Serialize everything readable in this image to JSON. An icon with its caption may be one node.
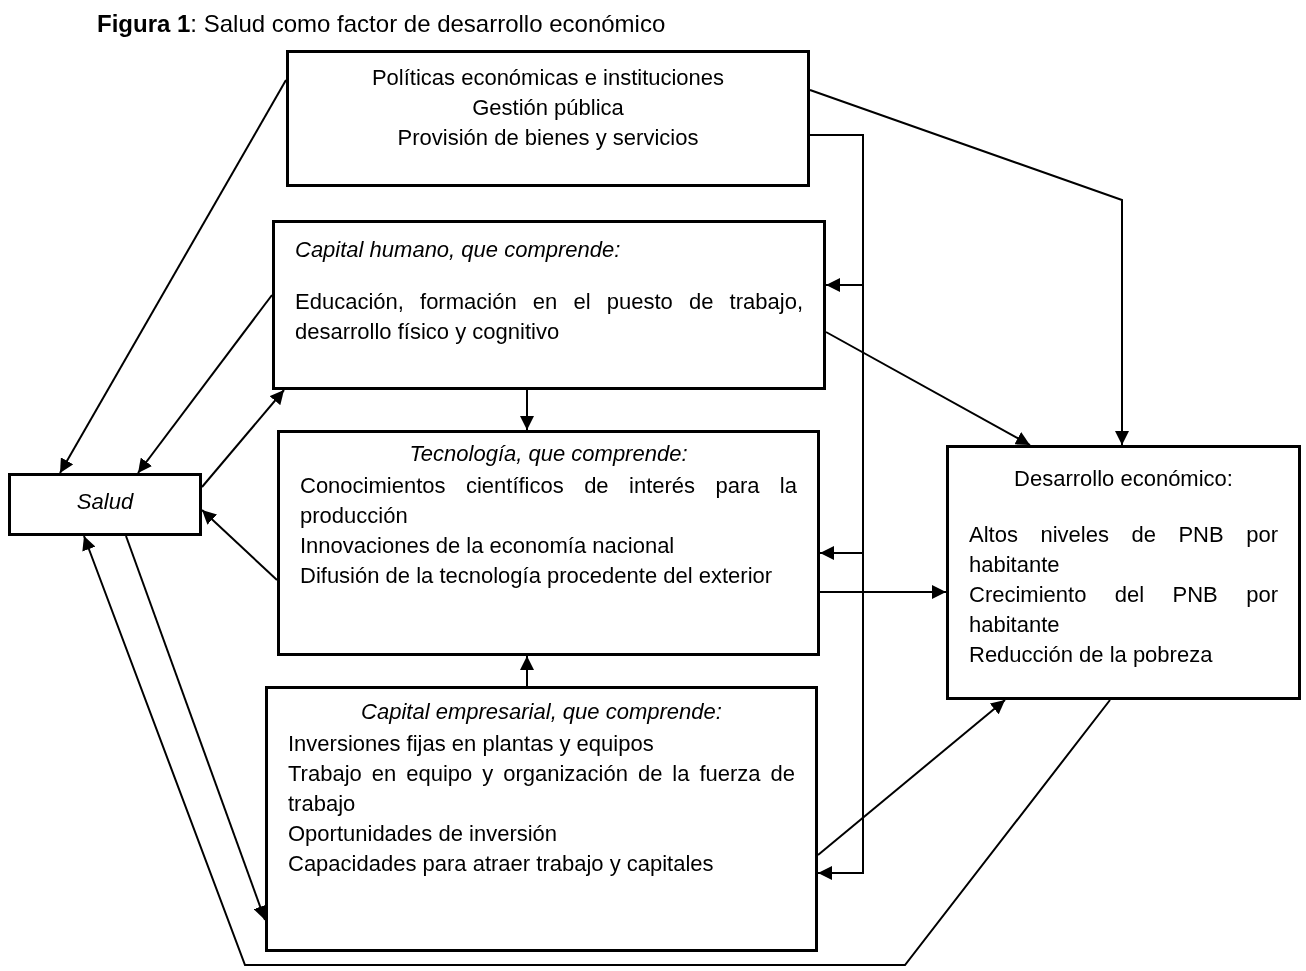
{
  "diagram": {
    "title": "**Figura 1**: Salud como factor de desarrollo económico",
    "nodes": [
      {
        "text": [
          "Políticas económicas e instituciones",
          "Gestión pública",
          "Provisión de bienes y servicios"
        ]
      },
      {
        "text": [
          "Capital humano, que comprende:",
          "Educación, formación en el puesto de trabajo, desarrollo físico y cognitivo"
        ]
      },
      {
        "text": [
          "Salud"
        ]
      },
      {
        "text": [
          "*Tecnología, que comprende*:",
          "Conocimientos científicos de interés para la producción",
          "Innovaciones de la economía nacional",
          "Difusión de la tecnología procedente del exterior"
        ]
      },
      {
        "text": [
          "Desarrollo económico:",
          "Altos niveles de PNB por habitante",
          "Crecimiento del PNB por habitante",
          "Reducción de la pobreza"
        ]
      },
      {
        "text": [
          "*Capital empresarial, que comprende*:",
          "Inversiones fijas en plantas y equipos",
          "Trabajo en equipo y organización de la fuerza de trabajo",
          "Oportunidades de inversión",
          "Capacidades para atraer trabajo y capitales"
        ]
      }
    ],
    "edges": [
      {
        "from": 0,
        "to": 2,
        "arrow": "to"
      },
      {
        "from": 1,
        "to": 2,
        "arrow": "to"
      },
      {
        "from": 2,
        "to": 1,
        "arrow": "to"
      },
      {
        "from": 3,
        "to": 2,
        "arrow": "to"
      },
      {
        "from": 2,
        "to": 5,
        "arrow": "to"
      },
      {
        "from": 4,
        "to": 2,
        "arrow": "to"
      },
      {
        "from": 0,
        "to": 4,
        "arrow": "to"
      },
      {
        "from": 1,
        "to": 4,
        "arrow": "to"
      },
      {
        "from": 3,
        "to": 4,
        "arrow": "to"
      },
      {
        "from": 5,
        "to": 4,
        "arrow": "to"
      },
      {
        "from": 1,
        "to": 3,
        "arrow": "to"
      },
      {
        "from": 5,
        "to": 3,
        "arrow": "to"
      },
      {
        "from": 0,
        "to": 1,
        "arrow": "to"
      },
      {
        "from": 0,
        "to": 3,
        "arrow": "to"
      },
      {
        "from": 0,
        "to": 5,
        "arrow": "to"
      }
    ]
  }
}
